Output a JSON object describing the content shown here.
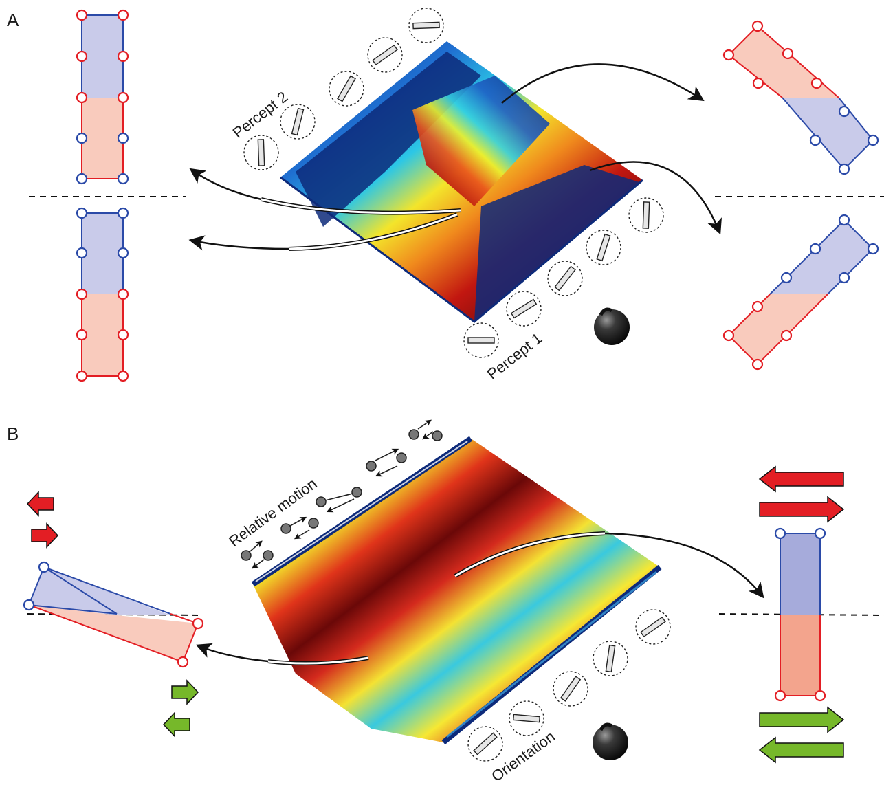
{
  "panels": {
    "a": {
      "label": "A",
      "percept_1": "Percept 1",
      "percept_2": "Percept 2"
    },
    "b": {
      "label": "B",
      "relative_motion": "Relative motion",
      "orientation": "Orientation"
    }
  },
  "colors": {
    "red": "#e31e24",
    "blue": "#2b4aa8",
    "red_fill": "#f9cbbd",
    "blue_fill": "#c9cbea",
    "arrow_red": "#e31e24",
    "arrow_green": "#76b82a",
    "surface_low": "#0d2a7a",
    "surface_high": "#c21710"
  },
  "icons": {
    "ball": "black-sphere-icon",
    "gabor": "grating-patch-icon",
    "dot_pair": "dot-pair-icon"
  }
}
